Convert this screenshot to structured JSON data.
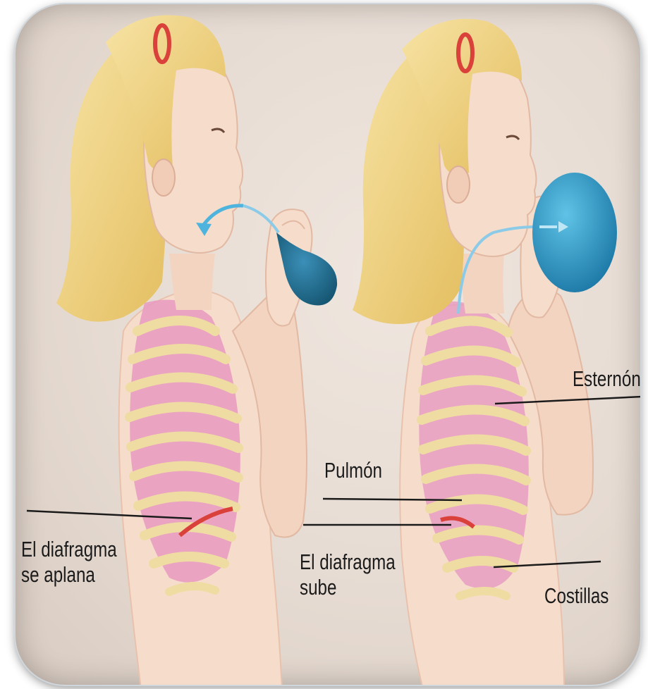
{
  "labels": {
    "sternum": "Esternón",
    "lung": "Pulmón",
    "diaphragm_flat_line1": "El diafragma",
    "diaphragm_flat_line2": "se aplana",
    "diaphragm_rise_line1": "El diafragma",
    "diaphragm_rise_line2": "sube",
    "ribs": "Costillas"
  },
  "colors": {
    "background": "#e6dbd2",
    "hair": "#f3d98a",
    "skin": "#f6dccb",
    "lung_pink": "#e79ac0",
    "rib": "#efdca2",
    "balloon": "#2b98c7",
    "diaphragm": "#d9413a",
    "label_line": "#1b1b1b"
  },
  "icons": [
    "hairclip-icon",
    "balloon-icon",
    "airflow-arrow-icon"
  ]
}
